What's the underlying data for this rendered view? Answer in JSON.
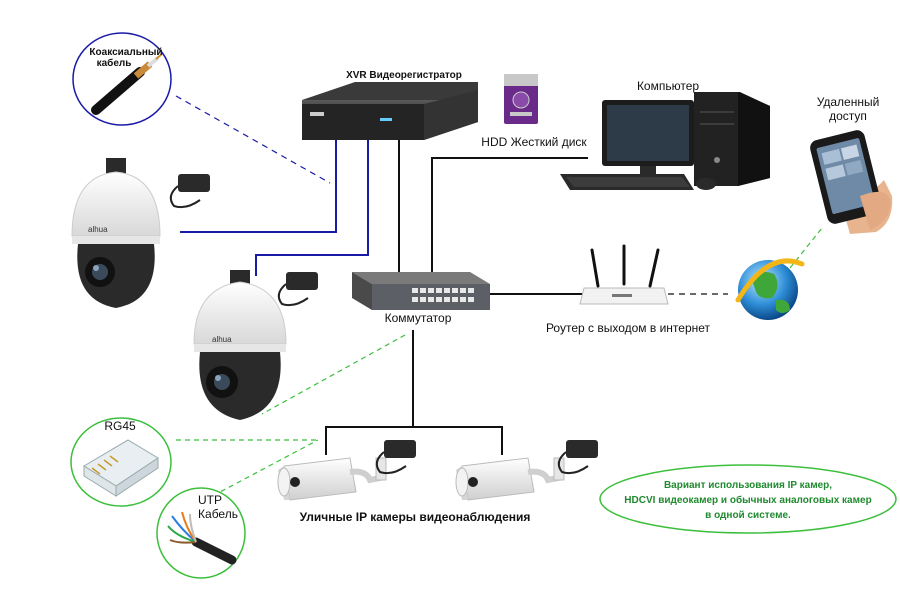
{
  "labels": {
    "coax_cable_line1": "Коаксиальный",
    "coax_cable_line2": "кабель",
    "xvr": "XVR Видеорегистратор",
    "hdd": "HDD Жесткий диск",
    "computer": "Компьютер",
    "remote_line1": "Удаленный",
    "remote_line2": "доступ",
    "switch": "Коммутатор",
    "router": "Роутер с выходом в интернет",
    "rg45": "RG45",
    "utp_line1": "UTP",
    "utp_line2": "Кабель",
    "street_cams": "Уличные IP камеры видеонаблюдения",
    "note_line1": "Вариант использования IP камер,",
    "note_line2": "HDCVI видеокамер и обычных аналоговых камер",
    "note_line3": "в одной системе."
  },
  "colors": {
    "coax_line": "#1a1aa8",
    "utp_line": "#3cbf3c",
    "ethernet_line": "#111111",
    "note_text": "#1f8a2e",
    "hdd_purple": "#6a2a8a"
  }
}
